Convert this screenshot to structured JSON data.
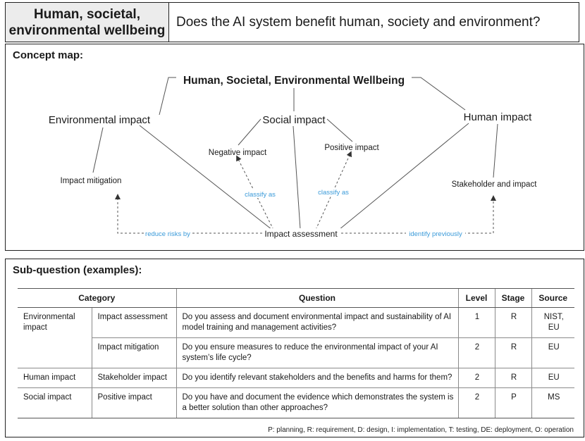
{
  "header": {
    "principle": "Human, societal, environmental wellbeing",
    "question": "Does the AI system benefit human, society and environment?"
  },
  "concept_map": {
    "title": "Concept map:",
    "nodes": {
      "root": "Human, Societal, Environmental Wellbeing",
      "environmental": "Environmental impact",
      "social": "Social impact",
      "human": "Human impact",
      "negative": "Negative impact",
      "positive": "Positive impact",
      "mitigation": "Impact mitigation",
      "stakeholder": "Stakeholder and impact",
      "assessment": "Impact assessment"
    },
    "edge_labels": {
      "classify_left": "classify as",
      "classify_right": "classify as",
      "reduce": "reduce risks by",
      "identify": "identify previously"
    },
    "colors": {
      "edge_label": "#3a9ad9",
      "line": "#555555"
    }
  },
  "sub_questions": {
    "title": "Sub-question (examples):",
    "columns": {
      "category": "Category",
      "question": "Question",
      "level": "Level",
      "stage": "Stage",
      "source": "Source"
    },
    "rows": [
      {
        "category": "Environmental impact",
        "subcategory": "Impact assessment",
        "question": "Do you assess and document environmental impact and sustainability of AI model training and management activities?",
        "level": "1",
        "stage": "R",
        "source": "NIST, EU"
      },
      {
        "category": "",
        "subcategory": "Impact mitigation",
        "question": "Do you ensure measures to reduce the environmental impact of your AI system’s life cycle?",
        "level": "2",
        "stage": "R",
        "source": "EU"
      },
      {
        "category": "Human impact",
        "subcategory": "Stakeholder impact",
        "question": "Do you identify relevant stakeholders and the benefits and harms for them?",
        "level": "2",
        "stage": "R",
        "source": "EU"
      },
      {
        "category": "Social impact",
        "subcategory": "Positive impact",
        "question": "Do you have and document the evidence which demonstrates the system is a better solution than other approaches?",
        "level": "2",
        "stage": "P",
        "source": "MS"
      }
    ],
    "legend": "P: planning, R: requirement, D: design, I: implementation, T: testing, DE: deployment, O: operation"
  }
}
